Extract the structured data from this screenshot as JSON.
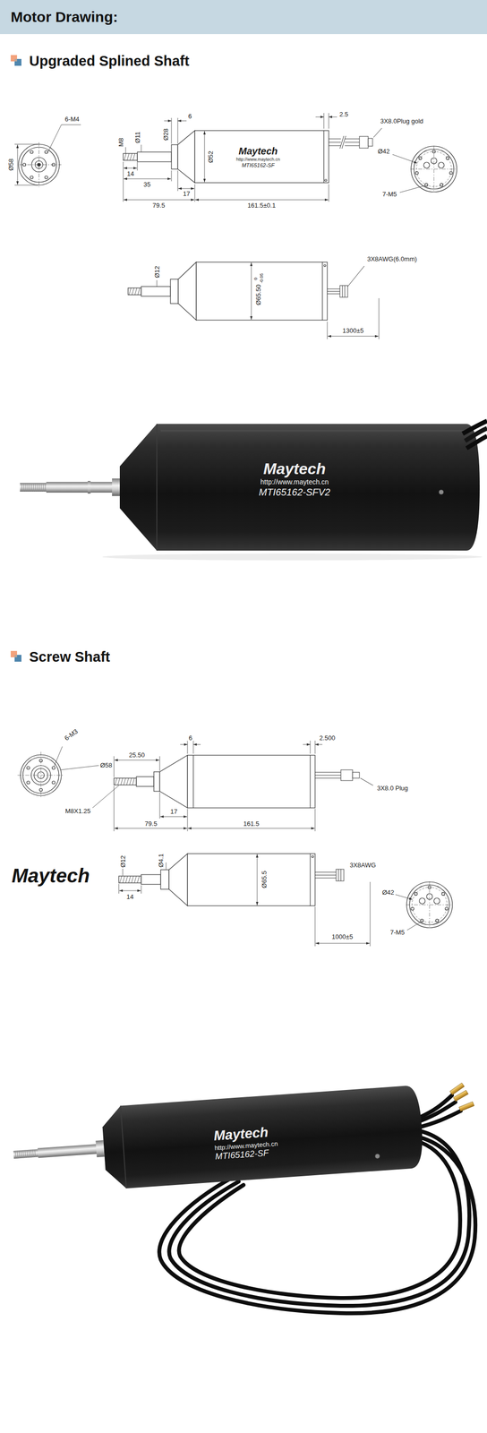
{
  "diagram": {
    "title": "Motor Drawing:",
    "nodes": [
      {
        "text": [
          "Maytech",
          "http://www.maytech.cn",
          "MTI65162-SF"
        ]
      },
      {
        "text": [
          "Maytech",
          "http://www.maytech.cn",
          "MTI65162-SFV2"
        ]
      },
      {
        "text": [
          "Maytech",
          "http://www.maytech.cn",
          "MTI65162-SF"
        ]
      }
    ],
    "labels": [
      "Upgraded Splined Shaft",
      "6-M4",
      "Ø58",
      "M8",
      "Ø11",
      "Ø28",
      "6",
      "Ø52",
      "14",
      "35",
      "17",
      "79.5",
      "161.5±0.1",
      "2.5",
      "3X8.0Plug gold",
      "Ø42",
      "7-M5",
      "Ø12",
      "Ø65.50",
      "0",
      "-0.05",
      "3X8AWG(6.0mm)",
      "1300±5",
      "Screw Shaft",
      "6-M3",
      "Ø58",
      "25.50",
      "6",
      "2.500",
      "3X8.0 Plug",
      "M8X1.25",
      "17",
      "79.5",
      "161.5",
      "Maytech",
      "Ø12",
      "Ø4.1",
      "14",
      "Ø65.5",
      "3X8AWG",
      "1000±5",
      "Ø42",
      "7-M5"
    ]
  }
}
